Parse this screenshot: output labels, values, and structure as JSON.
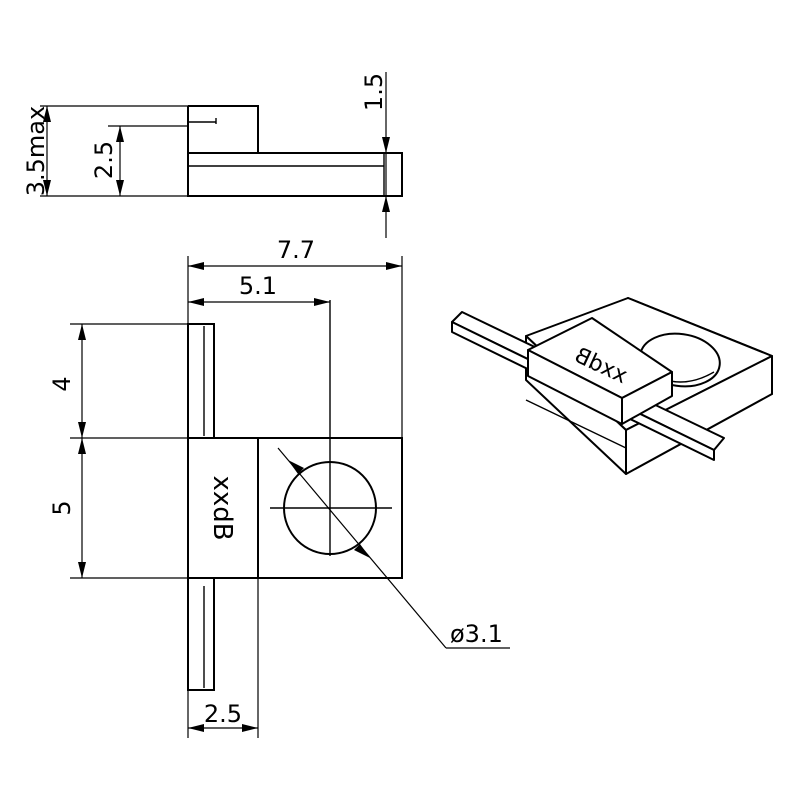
{
  "dimensions": {
    "height_max": "3.5max",
    "body_height": "2.5",
    "lead_thickness": "1.5",
    "overall_width": "7.7",
    "hole_center_offset": "5.1",
    "lead_length": "4",
    "body_length": "5",
    "body_width": "2.5",
    "hole_diameter": "ø3.1"
  },
  "marking": "xxdB"
}
